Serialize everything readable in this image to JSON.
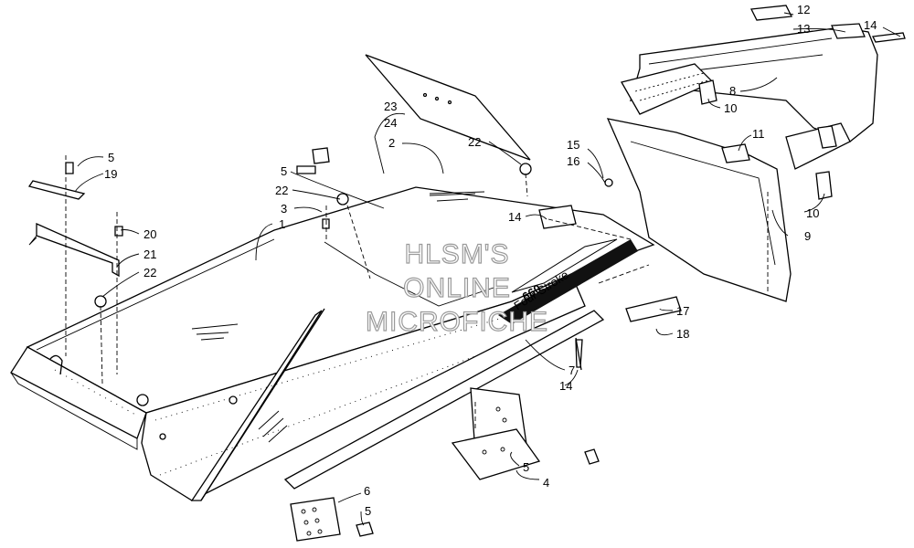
{
  "watermark": {
    "line1": "HLSM'S",
    "line2": "ONLINE",
    "line3": "MICROFICHE"
  },
  "decal": {
    "model": "660",
    "text": "Four Stroke"
  },
  "callouts": {
    "c1": "1",
    "c2": "2",
    "c3": "3",
    "c4": "4",
    "c5a": "5",
    "c5b": "5",
    "c5c": "5",
    "c5d": "5",
    "c6": "6",
    "c7": "7",
    "c8": "8",
    "c9": "9",
    "c10a": "10",
    "c10b": "10",
    "c11": "11",
    "c12": "12",
    "c13": "13",
    "c14a": "14",
    "c14b": "14",
    "c14c": "14",
    "c15": "15",
    "c16": "16",
    "c17": "17",
    "c18": "18",
    "c19": "19",
    "c20": "20",
    "c21": "21",
    "c22a": "22",
    "c22b": "22",
    "c22c": "22",
    "c23": "23",
    "c24": "24"
  }
}
